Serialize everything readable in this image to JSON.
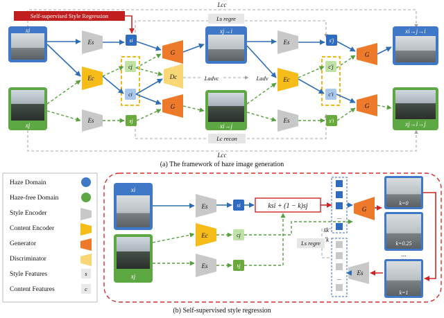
{
  "colors": {
    "haze_domain": "#3f78c6",
    "haze_free_domain": "#5ea843",
    "style_encoder": "#c8c8c8",
    "content_encoder": "#f6bd1a",
    "generator": "#ed7a2a",
    "discriminator": "#f9d777",
    "style_feature": "#2f6bbf",
    "content_feature_light": "#bfe3a6",
    "content_feature_dark": "#6aaa3c",
    "red_banner": "#c11f1f",
    "red_dashed_border": "#d62b2b"
  },
  "top": {
    "banner": "Self-supervised Style Regression",
    "loss_cc_top": "Lcc",
    "loss_cc_bottom": "Lcc",
    "loss_regre": "Ls regre",
    "loss_recon": "Lc recon",
    "loss_adv_left": "Ladvc",
    "loss_adv_right": "Ladv",
    "images": {
      "xi": "xi",
      "xj": "xj",
      "xj_to_i": "xj→i",
      "xi_to_j": "xi→j",
      "xi_i_j_i": "xi→j→i",
      "xj_j_i_j": "xj→i→j"
    },
    "encoder_style": "Es",
    "encoder_content": "Ec",
    "discriminator": "Dc",
    "generator": "G",
    "features": {
      "si": "si",
      "sj": "sj",
      "cj": "cj",
      "ci": "ci",
      "sj_prime": "s'j",
      "si_prime": "s'i",
      "cj_prime": "c'j",
      "ci_prime": "c'i"
    },
    "caption": "(a) The framework of haze image generation"
  },
  "legend": {
    "items": [
      {
        "label": "Haze Domain",
        "symbol": "blue-dot"
      },
      {
        "label": "Haze-free Domain",
        "symbol": "green-dot"
      },
      {
        "label": "Style Encoder",
        "symbol": "gray-trapezoid"
      },
      {
        "label": "Content Encoder",
        "symbol": "yellow-trapezoid"
      },
      {
        "label": "Generator",
        "symbol": "orange-trapezoid"
      },
      {
        "label": "Discriminator",
        "symbol": "light-yellow-trapezoid"
      },
      {
        "label": "Style Features",
        "symbol": "s"
      },
      {
        "label": "Content Features",
        "symbol": "c"
      }
    ],
    "symbol_s": "s",
    "symbol_c": "c"
  },
  "bottom": {
    "xi": "xi",
    "xj": "xj",
    "es1": "Es",
    "ec": "Ec",
    "es2": "Es",
    "es3": "Es",
    "si": "si",
    "cj": "cj",
    "sj": "sj",
    "formula": "ksi + (1 − k)sj",
    "sk": "sk",
    "sk_prime": "s'k",
    "ellipsis_top": "...",
    "ellipsis_bottom": "...",
    "loss_regre": "Ls regre",
    "generator": "G",
    "k_values": [
      "k=0",
      "k=0.25",
      "k=1"
    ],
    "right_dots": "...",
    "caption": "(b) Self-supervised style regression"
  }
}
